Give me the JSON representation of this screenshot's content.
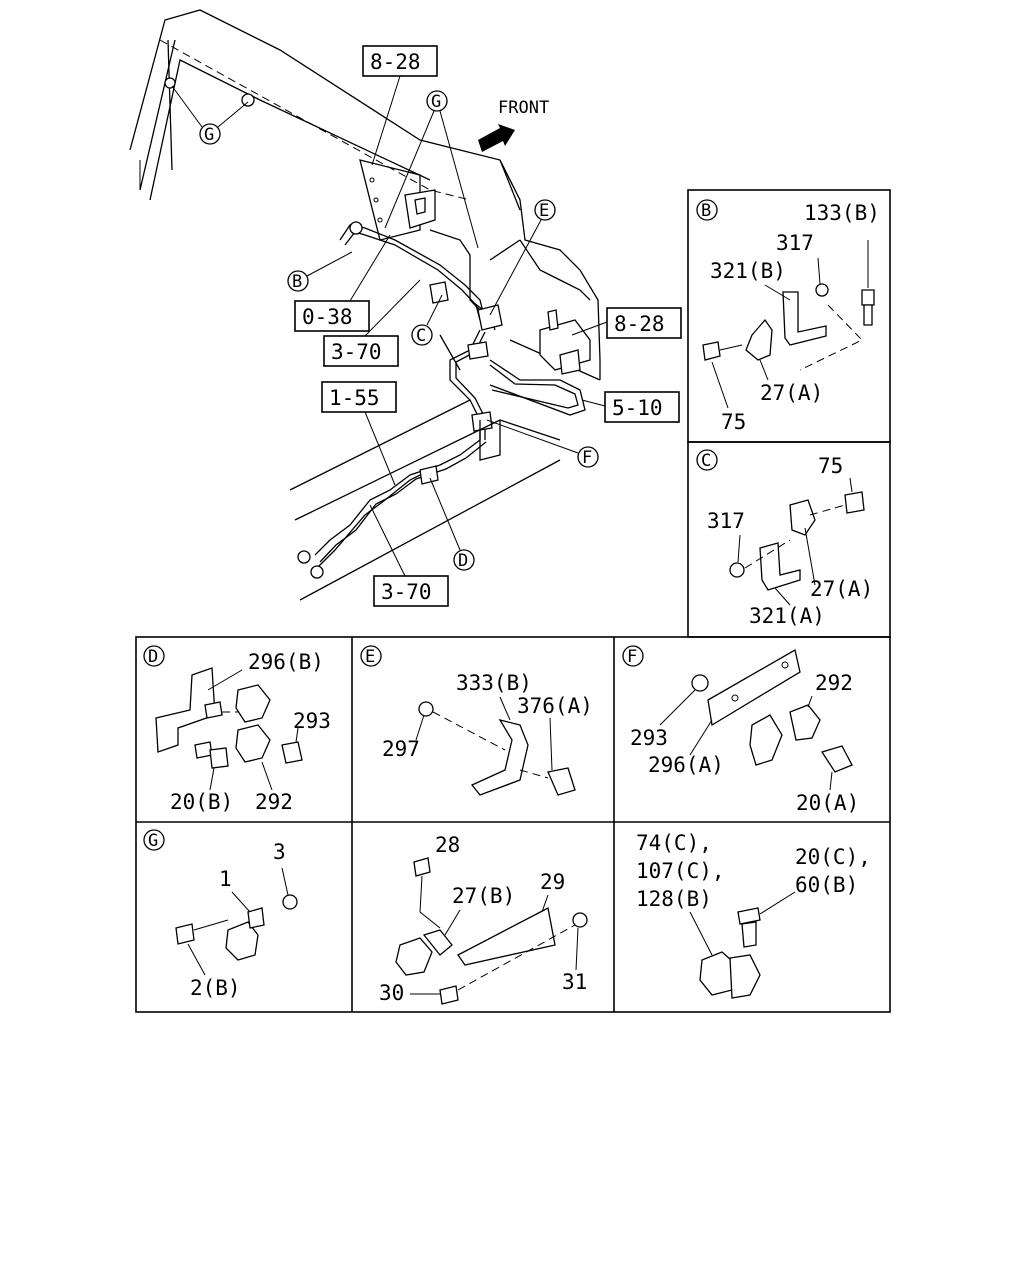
{
  "main": {
    "front_label": "FRONT",
    "refs": {
      "r828a": "8-28",
      "r038": "0-38",
      "r370a": "3-70",
      "r155": "1-55",
      "r370b": "3-70",
      "r828b": "8-28",
      "r510": "5-10"
    },
    "callouts": {
      "g_top": "G",
      "g_left": "G",
      "b": "B",
      "c": "C",
      "e": "E",
      "f": "F",
      "d": "D"
    }
  },
  "panels": {
    "B": {
      "letter": "B",
      "labels": [
        "133(B)",
        "317",
        "321(B)",
        "27(A)",
        "75"
      ]
    },
    "C": {
      "letter": "C",
      "labels": [
        "75",
        "317",
        "27(A)",
        "321(A)"
      ]
    },
    "D": {
      "letter": "D",
      "labels": [
        "296(B)",
        "293",
        "20(B)",
        "292"
      ]
    },
    "E": {
      "letter": "E",
      "labels": [
        "333(B)",
        "376(A)",
        "297"
      ]
    },
    "F": {
      "letter": "F",
      "labels": [
        "292",
        "293",
        "296(A)",
        "20(A)"
      ]
    },
    "G": {
      "letter": "G",
      "labels": [
        "3",
        "1",
        "2(B)"
      ]
    },
    "H": {
      "labels": [
        "28",
        "27(B)",
        "29",
        "31",
        "30"
      ]
    },
    "I": {
      "labels": [
        "74(C),",
        "107(C),",
        "128(B)",
        "20(C),",
        "60(B)"
      ]
    }
  }
}
